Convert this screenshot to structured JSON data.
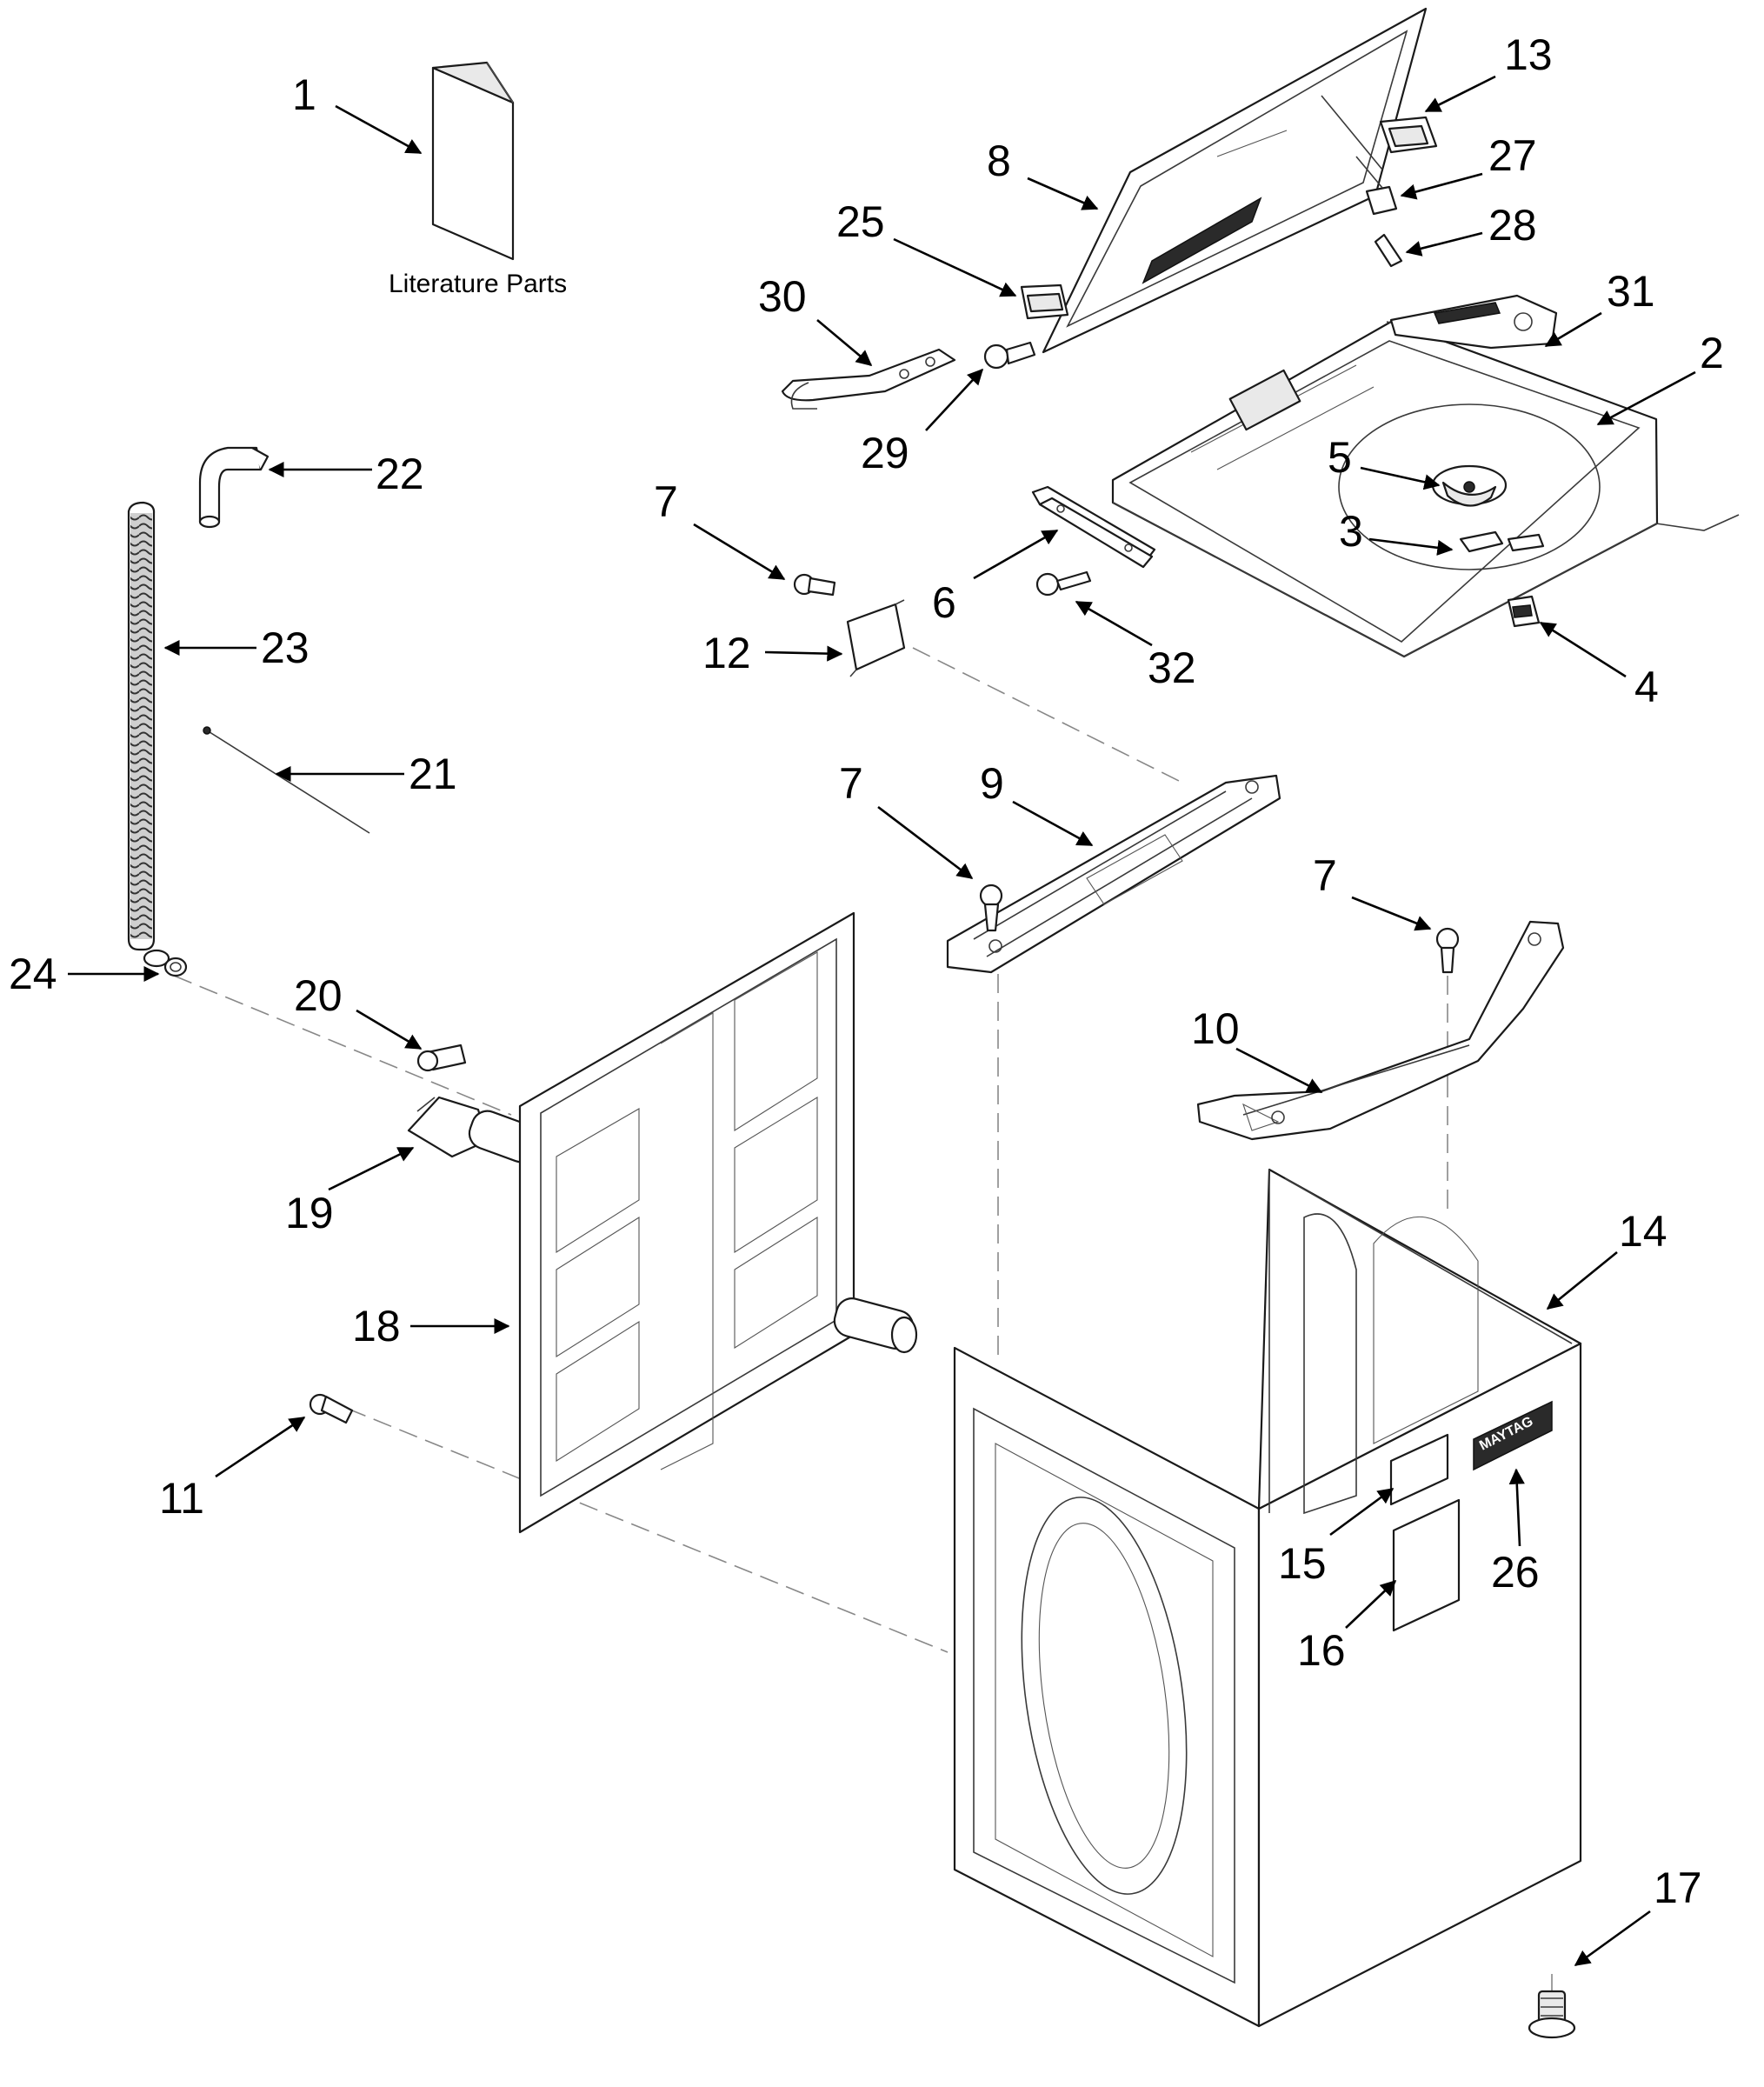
{
  "caption": "Literature Parts",
  "brand": "MAYTAG",
  "callouts": [
    {
      "id": "1",
      "label": "1"
    },
    {
      "id": "2",
      "label": "2"
    },
    {
      "id": "3",
      "label": "3"
    },
    {
      "id": "4",
      "label": "4"
    },
    {
      "id": "5",
      "label": "5"
    },
    {
      "id": "6",
      "label": "6"
    },
    {
      "id": "7a",
      "label": "7"
    },
    {
      "id": "7b",
      "label": "7"
    },
    {
      "id": "7c",
      "label": "7"
    },
    {
      "id": "8",
      "label": "8"
    },
    {
      "id": "9",
      "label": "9"
    },
    {
      "id": "10",
      "label": "10"
    },
    {
      "id": "11",
      "label": "11"
    },
    {
      "id": "12",
      "label": "12"
    },
    {
      "id": "13",
      "label": "13"
    },
    {
      "id": "14",
      "label": "14"
    },
    {
      "id": "15",
      "label": "15"
    },
    {
      "id": "16",
      "label": "16"
    },
    {
      "id": "17",
      "label": "17"
    },
    {
      "id": "18",
      "label": "18"
    },
    {
      "id": "19",
      "label": "19"
    },
    {
      "id": "20",
      "label": "20"
    },
    {
      "id": "21",
      "label": "21"
    },
    {
      "id": "22",
      "label": "22"
    },
    {
      "id": "23",
      "label": "23"
    },
    {
      "id": "24",
      "label": "24"
    },
    {
      "id": "25",
      "label": "25"
    },
    {
      "id": "26",
      "label": "26"
    },
    {
      "id": "27",
      "label": "27"
    },
    {
      "id": "28",
      "label": "28"
    },
    {
      "id": "29",
      "label": "29"
    },
    {
      "id": "30",
      "label": "30"
    },
    {
      "id": "31",
      "label": "31"
    },
    {
      "id": "32",
      "label": "32"
    }
  ]
}
